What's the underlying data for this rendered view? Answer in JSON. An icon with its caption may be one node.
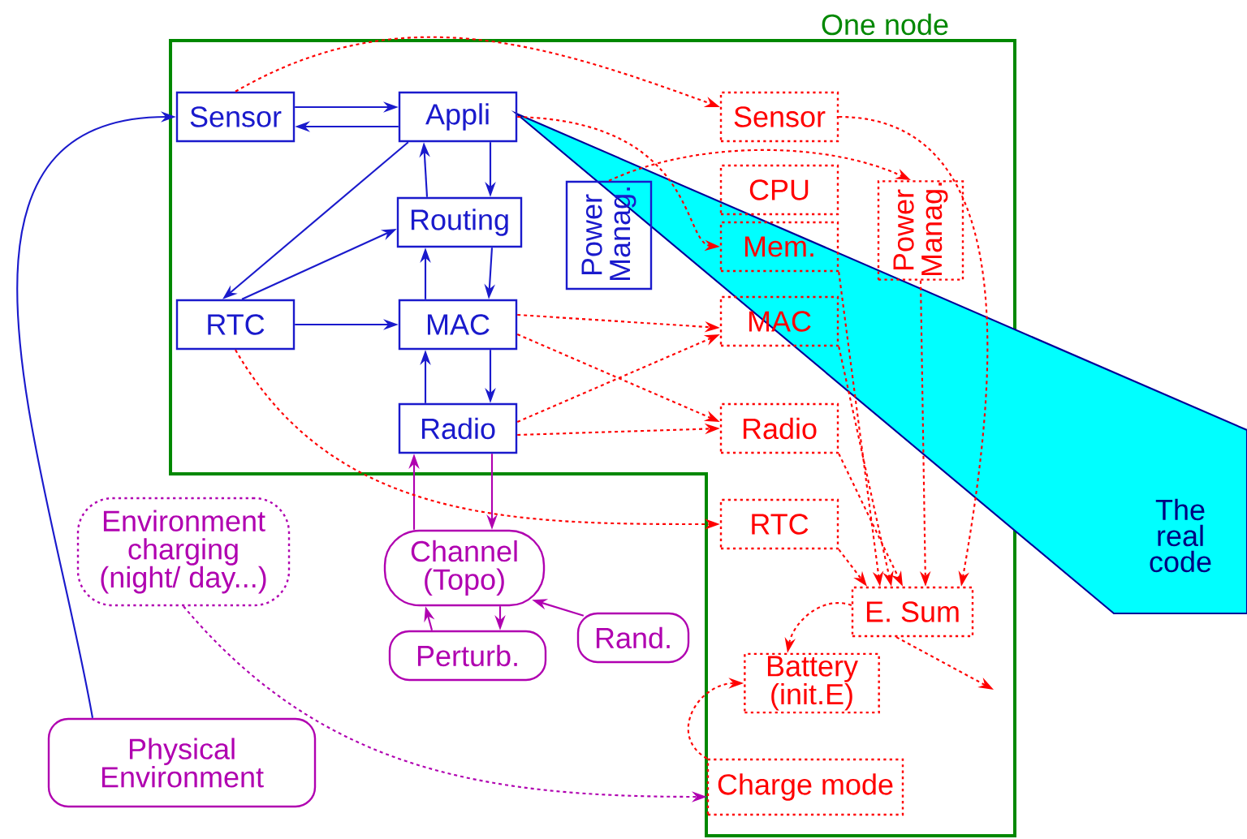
{
  "diagram": {
    "nodes": [
      {
        "text": [
          "One node"
        ]
      },
      {
        "text": [
          "Sensor"
        ],
        "in": 0
      },
      {
        "text": [
          "Appli"
        ],
        "in": 0
      },
      {
        "text": [
          "Routing"
        ],
        "in": 0
      },
      {
        "text": [
          "Power Manag."
        ],
        "in": 0
      },
      {
        "text": [
          "RTC"
        ],
        "in": 0
      },
      {
        "text": [
          "MAC"
        ],
        "in": 0
      },
      {
        "text": [
          "Radio"
        ],
        "in": 0
      },
      {
        "text": [
          "Sensor"
        ],
        "in": 0
      },
      {
        "text": [
          "CPU"
        ],
        "in": 0
      },
      {
        "text": [
          "Mem."
        ],
        "in": 0
      },
      {
        "text": [
          "Power Manag."
        ],
        "in": 0
      },
      {
        "text": [
          "MAC"
        ],
        "in": 0
      },
      {
        "text": [
          "Radio"
        ],
        "in": 0
      },
      {
        "text": [
          "RTC"
        ],
        "in": 0
      },
      {
        "text": [
          "E. Sum"
        ],
        "in": 0
      },
      {
        "text": [
          "Battery (init.E)"
        ],
        "in": 0
      },
      {
        "text": [
          "Charge mode"
        ],
        "in": 0
      },
      {
        "text": [
          "Environment charging (night/ day...)"
        ]
      },
      {
        "text": [
          "Channel (Topo)"
        ]
      },
      {
        "text": [
          "Perturb."
        ]
      },
      {
        "text": [
          "Rand."
        ]
      },
      {
        "text": [
          "Physical Environment"
        ]
      },
      {
        "text": [
          "The real code"
        ]
      }
    ],
    "edges": [
      {
        "from": 1,
        "to": 2,
        "arrow": "to",
        "color": "#1a1acc"
      },
      {
        "from": 2,
        "to": 1,
        "arrow": "to",
        "color": "#1a1acc"
      },
      {
        "from": 2,
        "to": 5,
        "arrow": "to",
        "color": "#1a1acc"
      },
      {
        "from": 5,
        "to": 3,
        "arrow": "to",
        "color": "#1a1acc"
      },
      {
        "from": 3,
        "to": 2,
        "arrow": "to",
        "color": "#1a1acc"
      },
      {
        "from": 2,
        "to": 3,
        "arrow": "to",
        "color": "#1a1acc"
      },
      {
        "from": 5,
        "to": 6,
        "arrow": "to",
        "color": "#1a1acc"
      },
      {
        "from": 6,
        "to": 3,
        "arrow": "to",
        "color": "#1a1acc"
      },
      {
        "from": 3,
        "to": 6,
        "arrow": "to",
        "color": "#1a1acc"
      },
      {
        "from": 7,
        "to": 6,
        "arrow": "to",
        "color": "#1a1acc"
      },
      {
        "from": 6,
        "to": 7,
        "arrow": "to",
        "color": "#1a1acc"
      },
      {
        "from": 22,
        "to": 1,
        "arrow": "to",
        "color": "#1a1acc"
      },
      {
        "from": 19,
        "to": 7,
        "arrow": "to",
        "color": "#b000b0"
      },
      {
        "from": 7,
        "to": 19,
        "arrow": "to",
        "color": "#b000b0"
      },
      {
        "from": 20,
        "to": 19,
        "arrow": "to",
        "color": "#b000b0"
      },
      {
        "from": 19,
        "to": 20,
        "arrow": "to",
        "color": "#b000b0"
      },
      {
        "from": 21,
        "to": 19,
        "arrow": "to",
        "color": "#b000b0"
      },
      {
        "from": 18,
        "to": 17,
        "arrow": "to",
        "style": "dashed",
        "color": "#b000b0"
      },
      {
        "from": 1,
        "to": 8,
        "arrow": "to",
        "style": "dashed"
      },
      {
        "from": 2,
        "to": 10,
        "arrow": "to",
        "style": "dashed"
      },
      {
        "from": 8,
        "to": 15,
        "arrow": "to",
        "style": "dashed"
      },
      {
        "from": 4,
        "to": 11,
        "arrow": "to",
        "style": "dashed"
      },
      {
        "from": 10,
        "to": 15,
        "arrow": "to",
        "style": "dashed"
      },
      {
        "from": 12,
        "to": 15,
        "arrow": "to",
        "style": "dashed"
      },
      {
        "from": 13,
        "to": 15,
        "arrow": "to",
        "style": "dashed"
      },
      {
        "from": 11,
        "to": 15,
        "arrow": "to",
        "style": "dashed"
      },
      {
        "from": 14,
        "to": 15,
        "arrow": "to",
        "style": "dashed"
      },
      {
        "from": 6,
        "to": 12,
        "arrow": "to",
        "style": "dashed"
      },
      {
        "from": 6,
        "to": 13,
        "arrow": "to",
        "style": "dashed"
      },
      {
        "from": 7,
        "to": 12,
        "arrow": "to",
        "style": "dashed"
      },
      {
        "from": 7,
        "to": 13,
        "arrow": "to",
        "style": "dashed"
      },
      {
        "from": 5,
        "to": 14,
        "arrow": "to",
        "style": "dashed"
      },
      {
        "from": 15,
        "to": 16,
        "arrow": "to",
        "style": "dashed"
      },
      {
        "from": 15,
        "to": null,
        "arrow": "to",
        "style": "dashed"
      },
      {
        "from": 17,
        "to": 16,
        "arrow": "to",
        "style": "dashed"
      }
    ]
  }
}
